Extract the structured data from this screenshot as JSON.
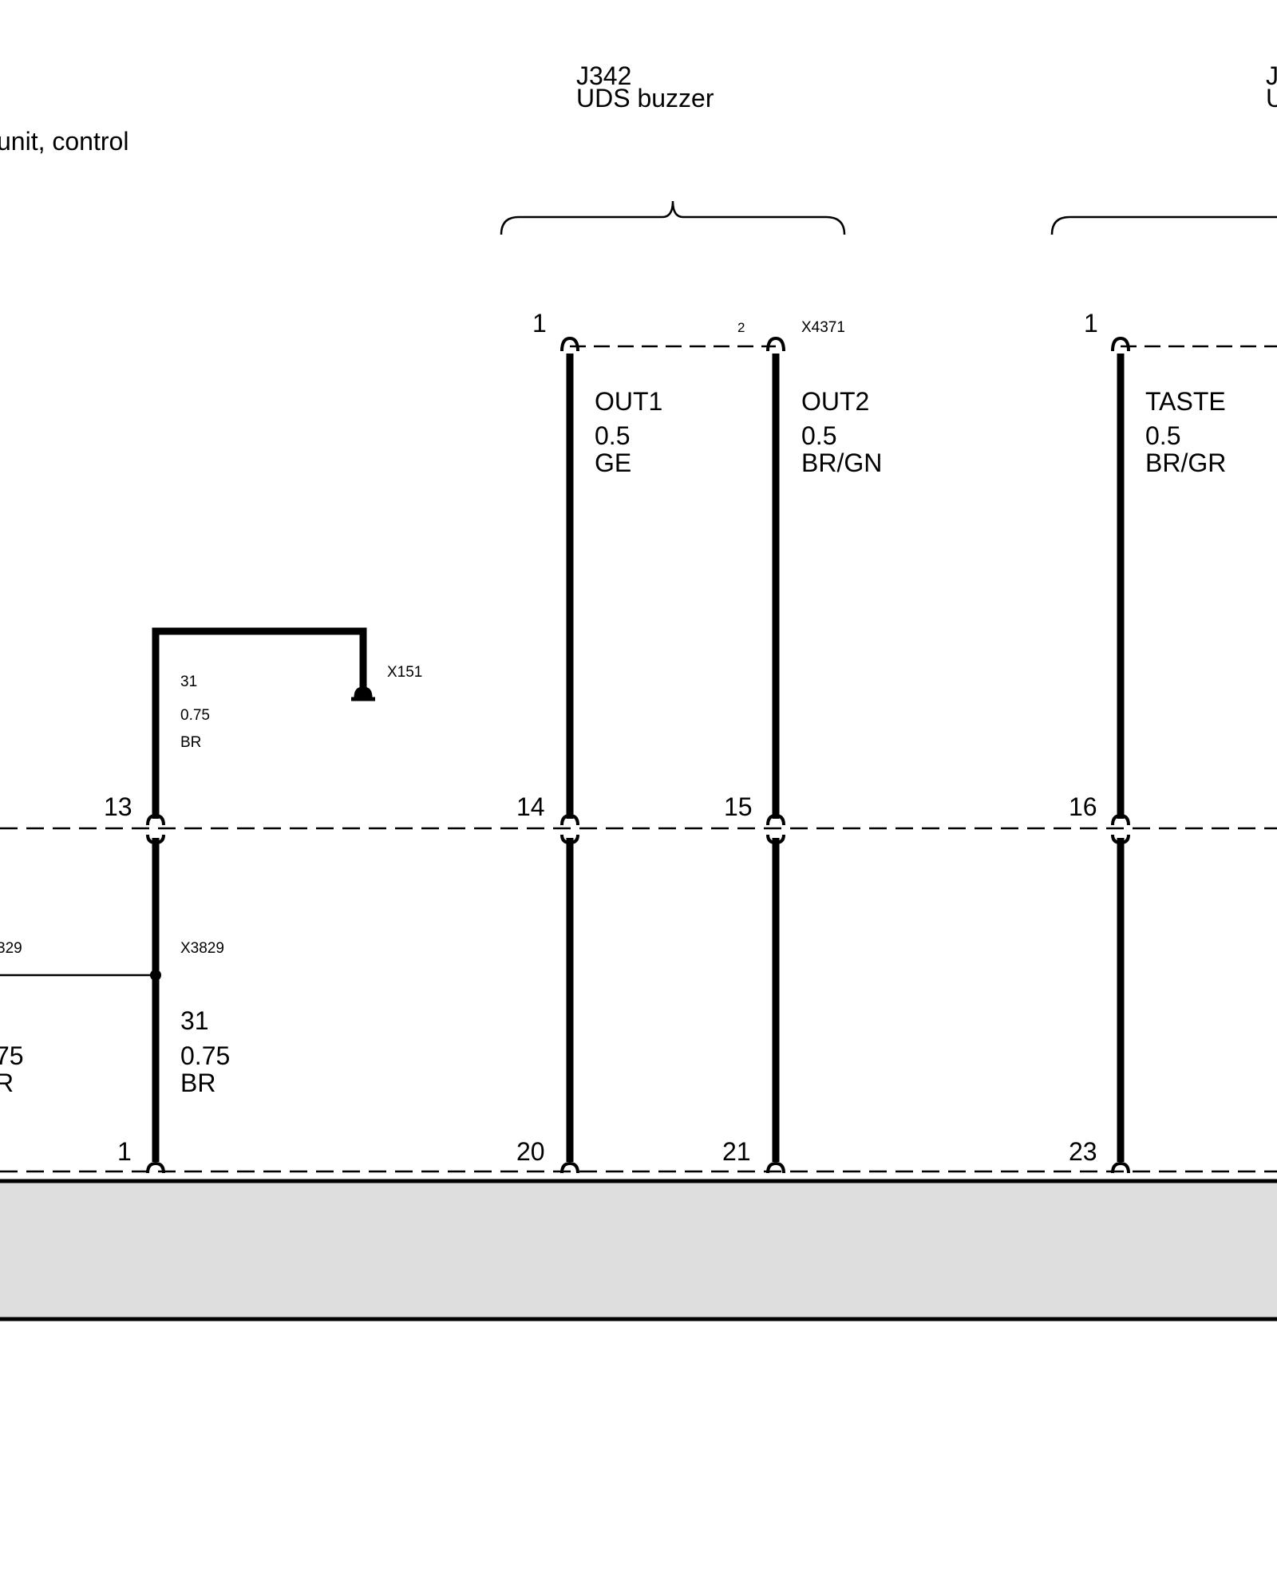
{
  "header": {
    "left_unit_label": "unit, control",
    "j342_code": "J342",
    "j342_name": "UDS buzzer",
    "right_code_partial": "J",
    "right_name_partial": "U"
  },
  "connectors": {
    "x4371": "X4371",
    "x151": "X151",
    "x3829": "X3829",
    "x3829_left_partial": "329"
  },
  "pins": {
    "j342_pin1": "1",
    "j342_pin2": "2",
    "right_pin1": "1",
    "row_mid": [
      "13",
      "14",
      "15",
      "16"
    ],
    "row_bottom": [
      "1",
      "20",
      "21",
      "23"
    ]
  },
  "wires": {
    "out1": {
      "signal": "OUT1",
      "gauge": "0.5",
      "color": "GE"
    },
    "out2": {
      "signal": "OUT2",
      "gauge": "0.5",
      "color": "BR/GN"
    },
    "taste": {
      "signal": "TASTE",
      "gauge": "0.5",
      "color": "BR/GR"
    },
    "ground_upper": {
      "signal": "31",
      "gauge": "0.75",
      "color": "BR"
    },
    "ground_lower": {
      "signal": "31",
      "gauge": "0.75",
      "color": "BR"
    },
    "left_partial": {
      "gauge": "75",
      "color": "R"
    }
  }
}
